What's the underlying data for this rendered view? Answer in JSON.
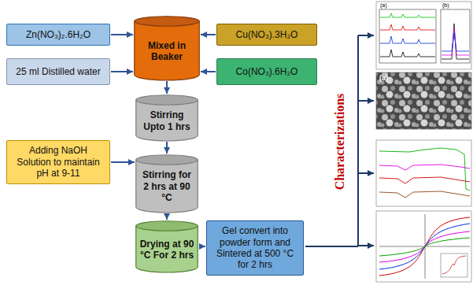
{
  "diagram": {
    "nodes": [
      {
        "text": [
          "Zn(NO₃)₂.6H₂O"
        ]
      },
      {
        "text": [
          "25 ml Distilled water"
        ]
      },
      {
        "text": [
          "Mixed in Beaker"
        ]
      },
      {
        "text": [
          "Cu(NO₃).3H₂O"
        ]
      },
      {
        "text": [
          "Co(NO₃).6H₂O"
        ]
      },
      {
        "text": [
          "Stirring Upto 1 hrs"
        ]
      },
      {
        "text": [
          "Adding NaOH Solution to maintain pH at 9-11"
        ]
      },
      {
        "text": [
          "Stirring for 2 hrs at 90 °C"
        ]
      },
      {
        "text": [
          "Drying at 90 °C For 2 hrs"
        ]
      },
      {
        "text": [
          "Gel convert into powder form and Sintered at 500 °C for 2 hrs"
        ]
      }
    ],
    "edges": [
      {
        "from": 0,
        "to": 2,
        "arrow": "to"
      },
      {
        "from": 1,
        "to": 2,
        "arrow": "to"
      },
      {
        "from": 3,
        "to": 2,
        "arrow": "to"
      },
      {
        "from": 4,
        "to": 2,
        "arrow": "to"
      },
      {
        "from": 2,
        "to": 5,
        "arrow": "to"
      },
      {
        "from": 5,
        "to": 7,
        "arrow": "to"
      },
      {
        "from": 6,
        "to": 7,
        "arrow": "to"
      },
      {
        "from": 7,
        "to": 8,
        "arrow": "to"
      },
      {
        "from": 8,
        "to": 9,
        "arrow": "to"
      }
    ],
    "labels": [
      "Characterizations",
      "(a)",
      "(b)",
      "(a)"
    ]
  }
}
